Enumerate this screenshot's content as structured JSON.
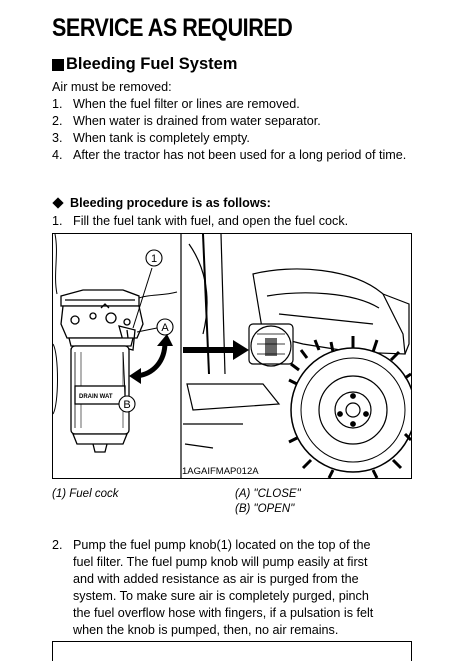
{
  "page_title": "SERVICE AS REQUIRED",
  "section_heading": "Bleeding Fuel System",
  "intro": "Air must be removed:",
  "conditions": [
    {
      "num": "1.",
      "text": "When the fuel filter or lines are removed."
    },
    {
      "num": "2.",
      "text": "When water is drained from water separator."
    },
    {
      "num": "3.",
      "text": "When tank is completely empty."
    },
    {
      "num": "4.",
      "text": "After the tractor has not been used for a long period of time."
    }
  ],
  "procedure_heading": "Bleeding procedure is as follows:",
  "step1": {
    "num": "1.",
    "text": "Fill the fuel tank with fuel, and open the fuel cock."
  },
  "figure": {
    "code": "1AGAIFMAP012A",
    "callout_1": "1",
    "callout_a": "A",
    "callout_b": "B",
    "filter_label": "DRAIN WAT"
  },
  "captions": {
    "fuel_cock": "(1) Fuel cock",
    "close": "(A) \"CLOSE\"",
    "open": "(B) \"OPEN\""
  },
  "step2": {
    "num": "2.",
    "lines": [
      "Pump the fuel pump knob(1) located on the top of the",
      "fuel filter. The fuel pump knob will pump easily at first",
      "and with added resistance as air is purged from the",
      "system. To make sure air is completely purged, pinch",
      "the fuel overflow hose with fingers, if a pulsation is felt",
      "when the knob is pumped, then, no air remains."
    ]
  }
}
